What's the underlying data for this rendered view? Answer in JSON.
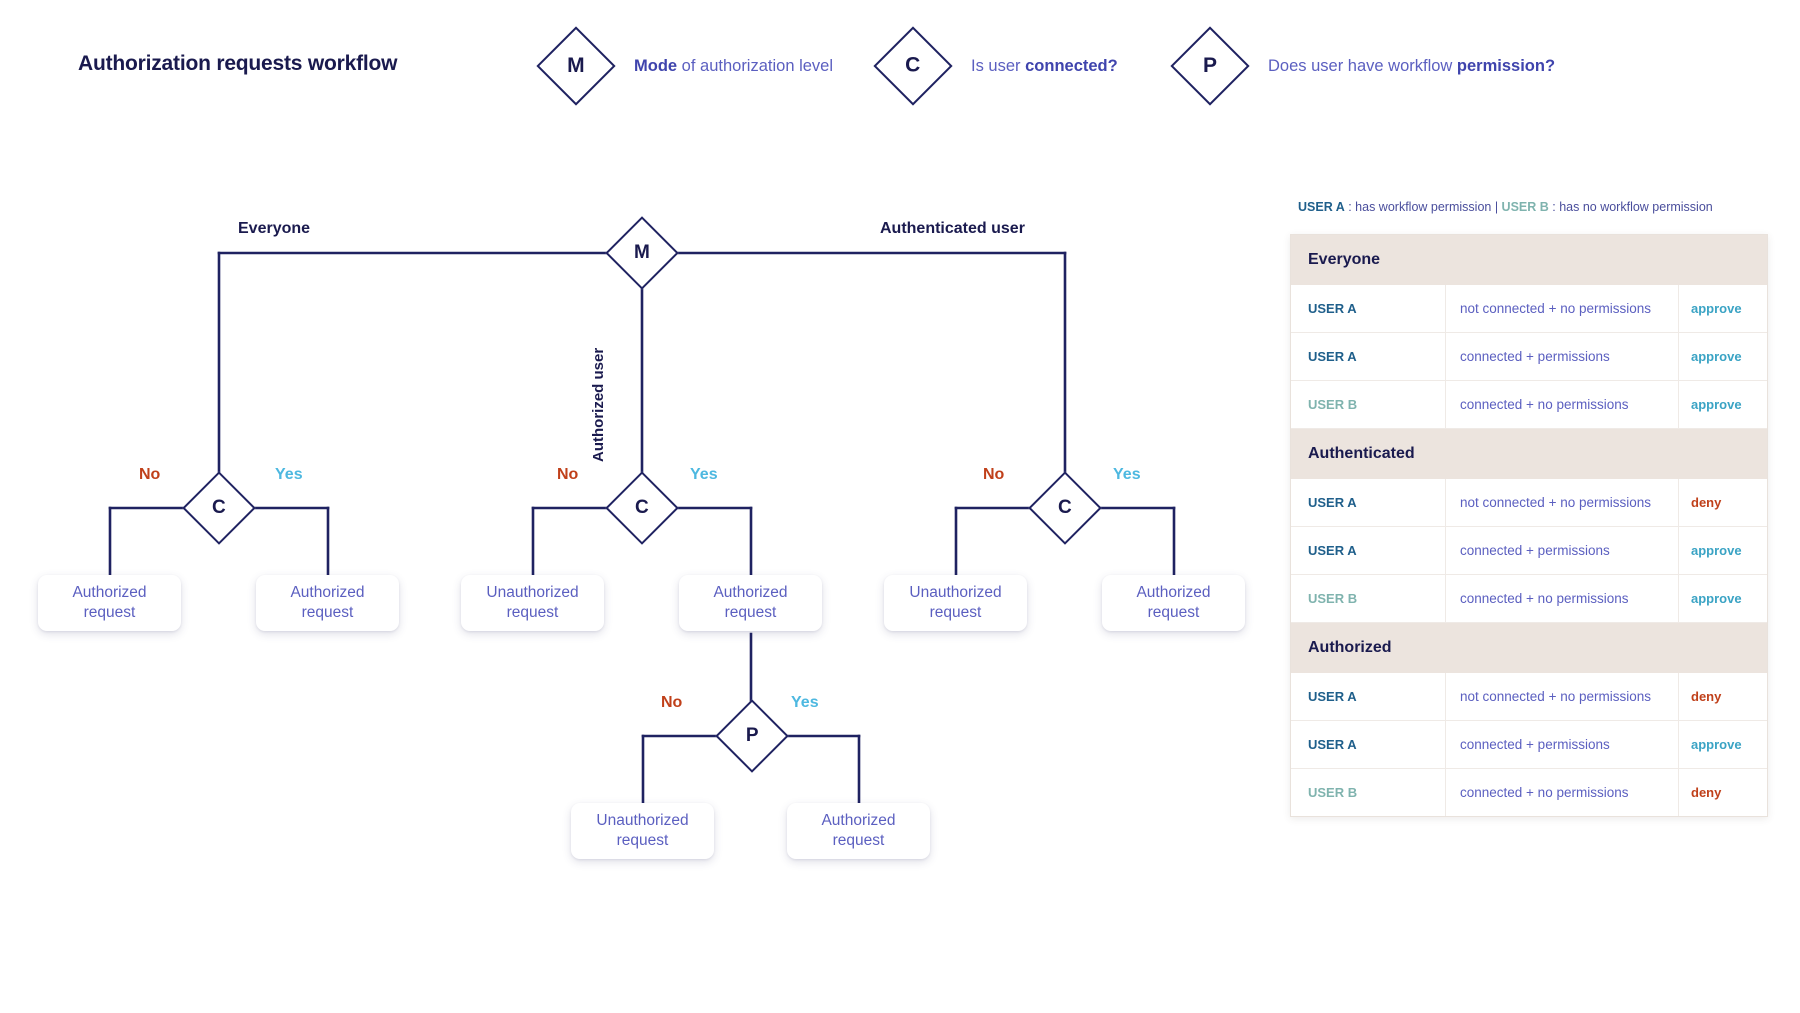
{
  "header": {
    "title": "Authorization requests workflow",
    "legend": [
      {
        "symbol": "M",
        "text_lead": "Mode",
        "text_rest": " of authorization level",
        "icon": "diamond-m-icon"
      },
      {
        "symbol": "C",
        "text_lead": "Is user ",
        "text_rest": "connected?",
        "icon": "diamond-c-icon"
      },
      {
        "symbol": "P",
        "text_lead": "Does user have workflow ",
        "text_rest": "permission?",
        "icon": "diamond-p-icon"
      }
    ]
  },
  "flow": {
    "root": {
      "symbol": "M",
      "name": "mode-decision"
    },
    "branch_labels": {
      "left": "Everyone",
      "middle": "Authorized user",
      "right": "Authenticated user"
    },
    "yes_label": "Yes",
    "no_label": "No",
    "decisions": {
      "c_left": "C",
      "c_middle": "C",
      "c_right": "C",
      "p_bottom": "P"
    },
    "results": {
      "left_no": "Authorized\nrequest",
      "left_yes": "Authorized\nrequest",
      "middle_no": "Unauthorized\nrequest",
      "middle_yes": "Authorized\nrequest",
      "right_no": "Unauthorized\nrequest",
      "right_yes": "Authorized\nrequest",
      "p_no": "Unauthorized\nrequest",
      "p_yes": "Authorized\nrequest"
    },
    "result_lines": {
      "authorized": [
        "Authorized",
        "request"
      ],
      "unauthorized": [
        "Unauthorized",
        "request"
      ]
    }
  },
  "panel": {
    "note": {
      "user_a_label": "USER A",
      "user_a_text": " : has workflow permission | ",
      "user_b_label": "USER B",
      "user_b_text": " : has no workflow permission"
    },
    "sections": [
      {
        "title": "Everyone",
        "rows": [
          {
            "user": "USER A",
            "user_type": "a",
            "condition": "not connected + no permissions",
            "result": "approve",
            "result_type": "approve"
          },
          {
            "user": "USER A",
            "user_type": "a",
            "condition": "connected + permissions",
            "result": "approve",
            "result_type": "approve"
          },
          {
            "user": "USER B",
            "user_type": "b",
            "condition": "connected + no permissions",
            "result": "approve",
            "result_type": "approve"
          }
        ]
      },
      {
        "title": "Authenticated",
        "rows": [
          {
            "user": "USER A",
            "user_type": "a",
            "condition": "not connected + no permissions",
            "result": "deny",
            "result_type": "deny"
          },
          {
            "user": "USER A",
            "user_type": "a",
            "condition": "connected + permissions",
            "result": "approve",
            "result_type": "approve"
          },
          {
            "user": "USER B",
            "user_type": "b",
            "condition": "connected + no permissions",
            "result": "approve",
            "result_type": "approve"
          }
        ]
      },
      {
        "title": "Authorized",
        "rows": [
          {
            "user": "USER A",
            "user_type": "a",
            "condition": "not connected + no permissions",
            "result": "deny",
            "result_type": "deny"
          },
          {
            "user": "USER A",
            "user_type": "a",
            "condition": "connected + permissions",
            "result": "approve",
            "result_type": "approve"
          },
          {
            "user": "USER B",
            "user_type": "b",
            "condition": "connected + no permissions",
            "result": "deny",
            "result_type": "deny"
          }
        ]
      }
    ]
  },
  "colors": {
    "ink": "#1a1a4e",
    "line": "#1f2261",
    "purple": "#5b5fc0",
    "no": "#c0401a",
    "yes": "#4db8e0",
    "approve": "#3aa3c4",
    "deny": "#c0401a",
    "user_a": "#1f5f8b",
    "user_b": "#7fb3ae",
    "section_bg": "#ece4de"
  }
}
